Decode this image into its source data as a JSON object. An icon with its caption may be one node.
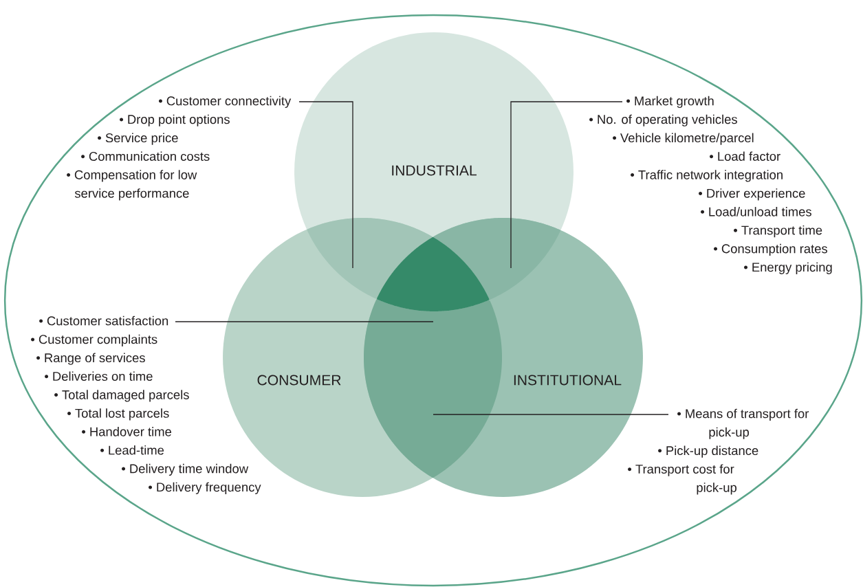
{
  "diagram": {
    "nodes": [
      {
        "text": [],
        "shape": "ellipse"
      },
      {
        "text": [
          "INDUSTRIAL"
        ],
        "in": 0
      },
      {
        "text": [
          "CONSUMER"
        ],
        "in": 0
      },
      {
        "text": [
          "INSTITUTIONAL"
        ],
        "in": 0
      },
      {
        "text": [],
        "shape": "lens"
      },
      {
        "text": [],
        "shape": "lens"
      },
      {
        "text": [],
        "shape": "triangle"
      },
      {
        "text": [],
        "shape": "lens"
      },
      {
        "text": [
          "• Customer connectivity",
          "• Drop point options",
          "• Service price",
          "• Communication costs",
          "• Compensation for low service performance"
        ],
        "in": 0
      },
      {
        "text": [
          "• Market growth",
          "• No. of operating vehicles",
          "• Vehicle kilometre/parcel",
          "• Load factor",
          "• Traffic network integration",
          "• Driver experience",
          "• Load/unload times",
          "• Transport time",
          "• Consumption rates",
          "• Energy pricing"
        ],
        "in": 0
      },
      {
        "text": [
          "• Customer satisfaction",
          "• Customer complaints",
          "• Range of services",
          "• Deliveries on time",
          "• Total damaged parcels",
          "• Total lost parcels",
          "• Handover time",
          "• Lead-time",
          "• Delivery time window",
          "• Delivery frequency"
        ],
        "in": 0
      },
      {
        "text": [
          "• Means of transport for pick-up",
          "• Pick-up distance",
          "• Transport cost for pick-up"
        ],
        "in": 0
      }
    ],
    "edges": [
      {
        "from": 8,
        "to": 4,
        "arrow": "none"
      },
      {
        "from": 9,
        "to": 5,
        "arrow": "none"
      },
      {
        "from": 10,
        "to": 6,
        "arrow": "none"
      },
      {
        "from": 11,
        "to": 7,
        "arrow": "none"
      }
    ]
  }
}
